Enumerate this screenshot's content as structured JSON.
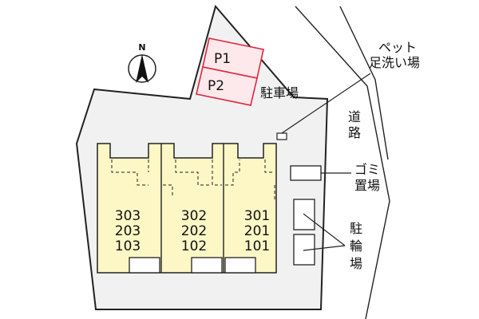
{
  "compass": {
    "north_label": "N"
  },
  "parking": {
    "spaces": [
      "P1",
      "P2"
    ],
    "label": "駐車場"
  },
  "pet_foot_wash": {
    "line1": "ペット",
    "line2": "足洗い場"
  },
  "road": {
    "char1": "道",
    "char2": "路"
  },
  "garbage": {
    "line1": "ゴミ",
    "line2": "置場"
  },
  "bicycle": {
    "char1": "駐",
    "char2": "輪",
    "char3": "場"
  },
  "units": {
    "left": [
      "303",
      "203",
      "103"
    ],
    "middle": [
      "302",
      "202",
      "102"
    ],
    "right": [
      "301",
      "201",
      "101"
    ]
  },
  "colors": {
    "building_fill": "#fdf7c6",
    "lot_fill": "#f1f1f1",
    "parking_stroke": "#e0253e",
    "parking_fill": "#fde9ec"
  }
}
